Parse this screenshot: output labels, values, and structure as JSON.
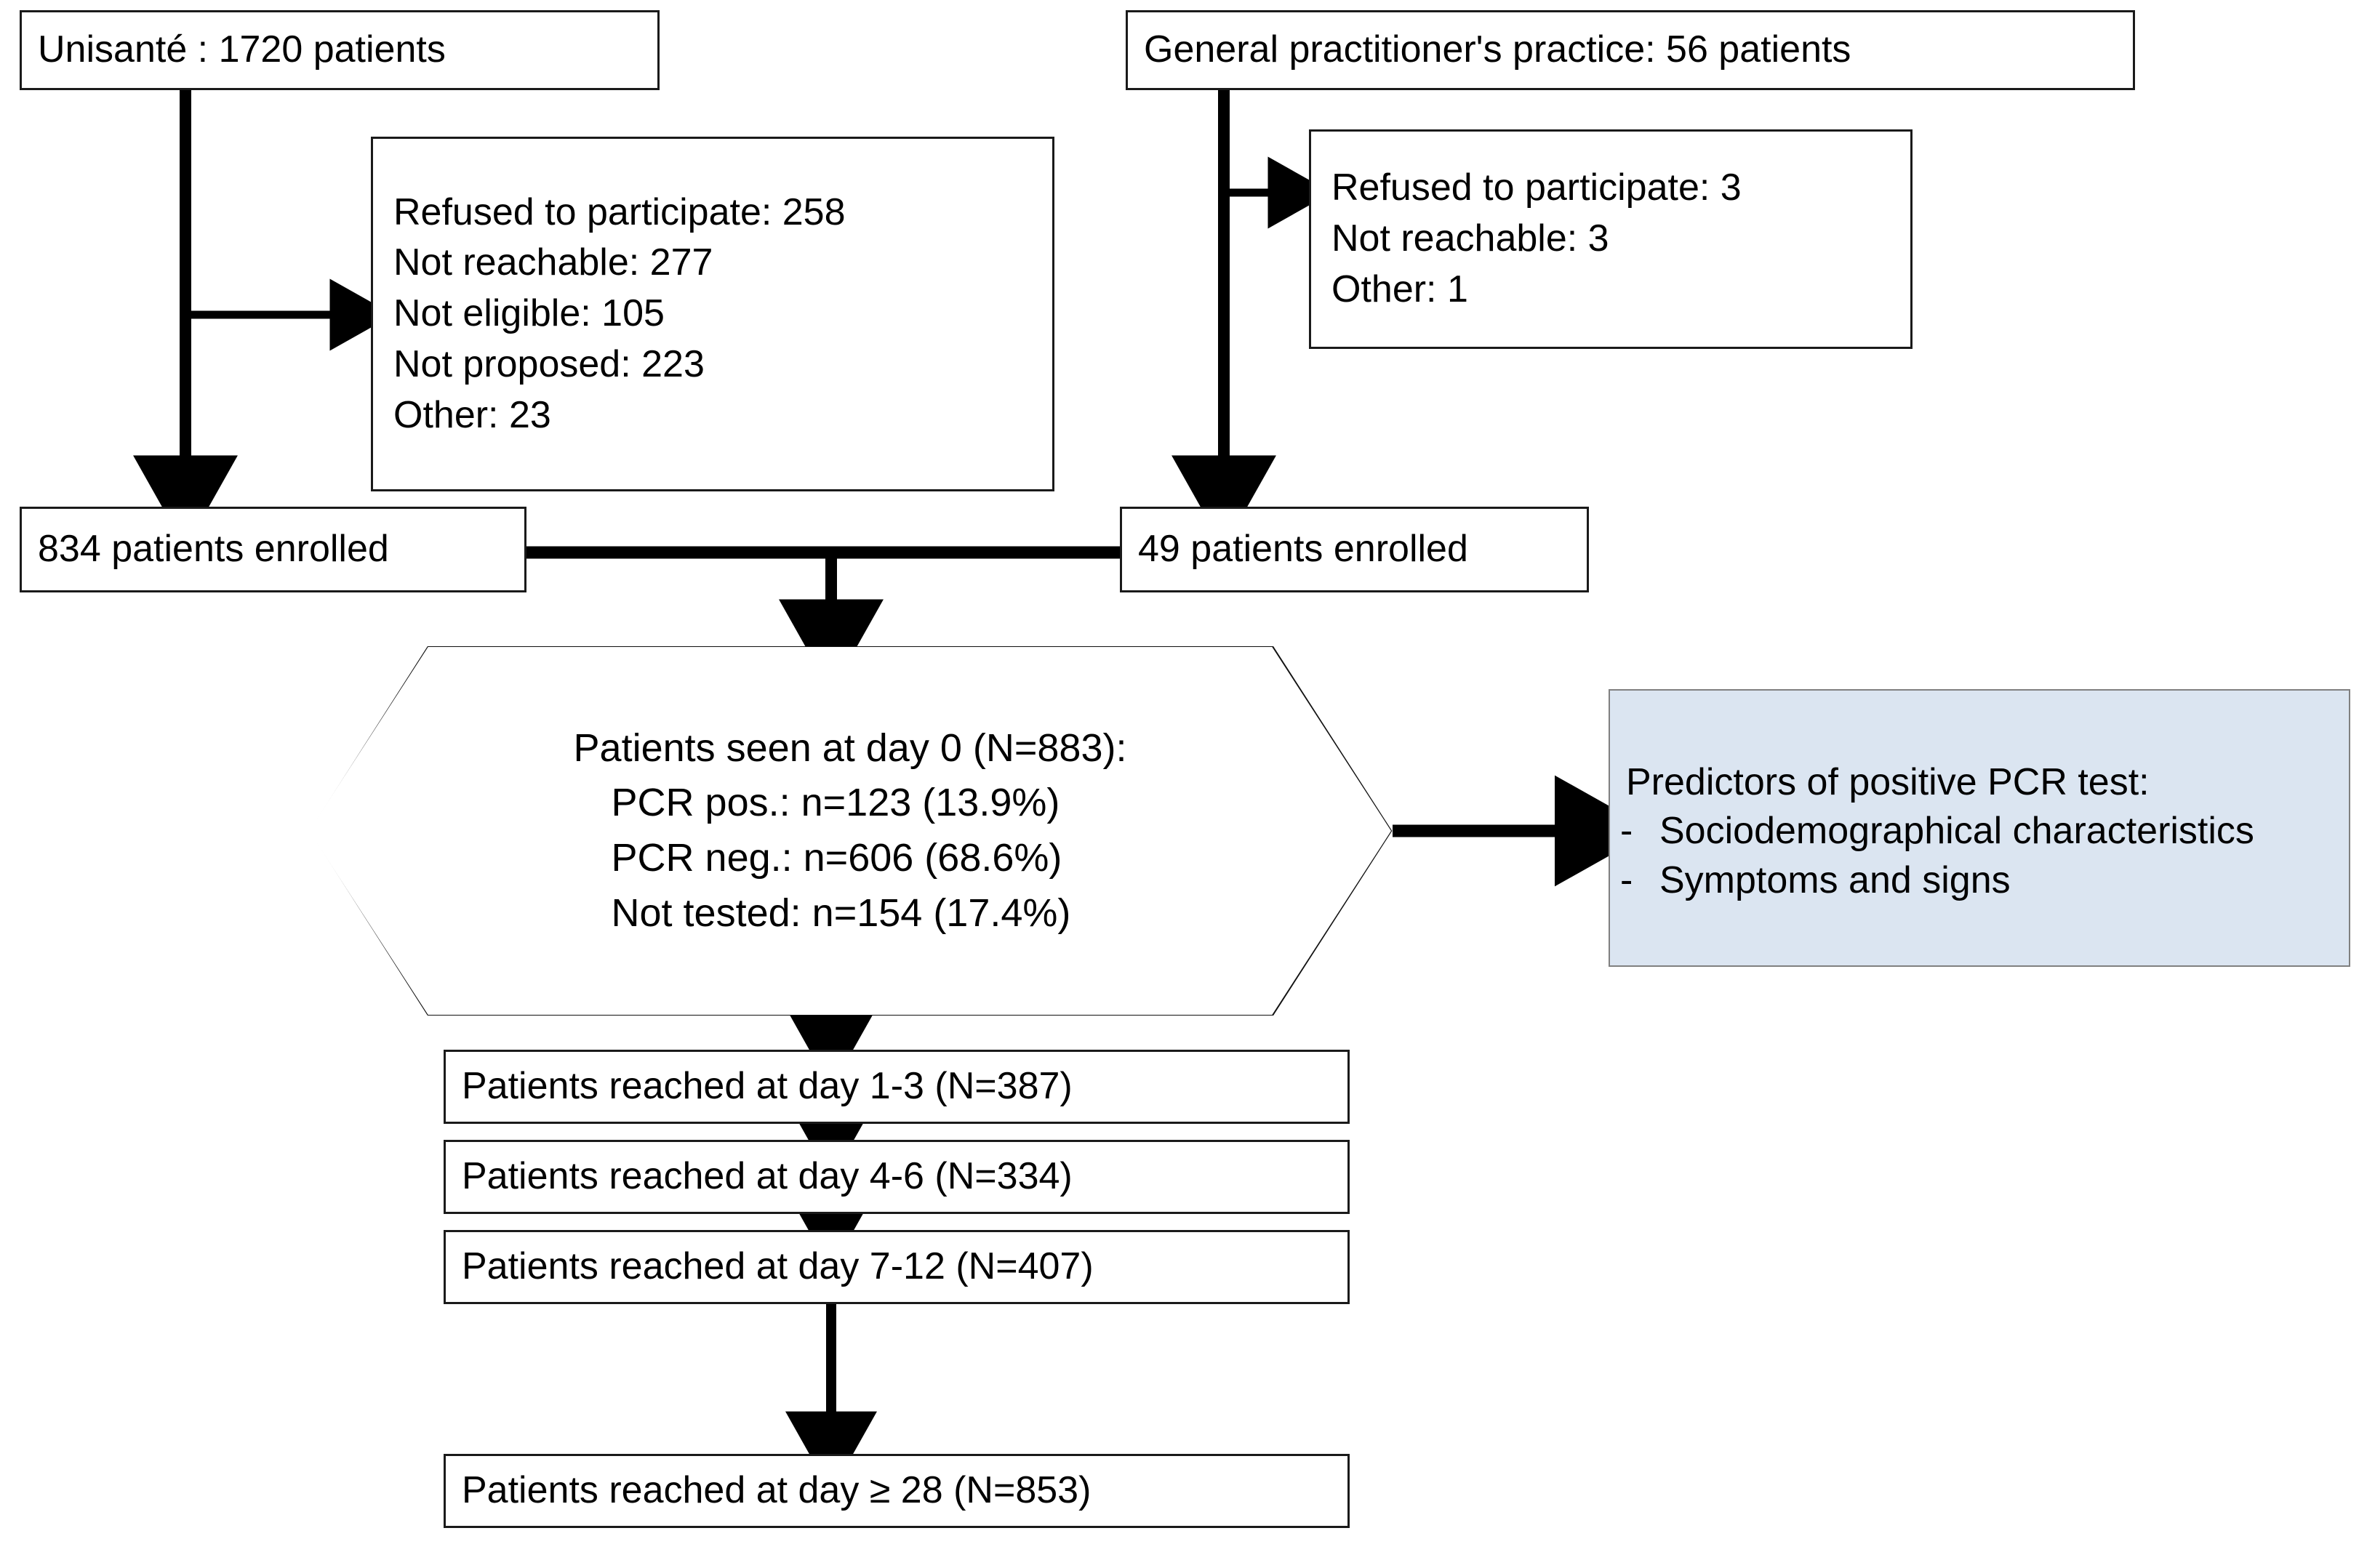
{
  "figure": {
    "type": "flowchart",
    "kind": "study-participant-flow-diagram"
  },
  "sources": {
    "unisante": "Unisanté : 1720 patients",
    "gp_practice": "General practitioner's practice: 56 patients"
  },
  "exclusions_unisante": {
    "lines": [
      "Refused to participate: 258",
      "Not reachable: 277",
      "Not eligible: 105",
      "Not proposed: 223",
      "Other: 23"
    ]
  },
  "exclusions_gp": {
    "lines": [
      "Refused to participate: 3",
      "Not reachable: 3",
      "Other: 1"
    ]
  },
  "enrolled": {
    "unisante": "834 patients enrolled",
    "gp_practice": "49 patients enrolled"
  },
  "day0": {
    "header": "Patients seen at day 0 (N=883):",
    "items": [
      "PCR pos.: n=123 (13.9%)",
      "PCR neg.: n=606 (68.6%)",
      "Not tested: n=154 (17.4%)"
    ]
  },
  "predictors": {
    "title": "Predictors of positive PCR test:",
    "bullet_marker": "-",
    "items": [
      "Sociodemographical characteristics",
      "Symptoms and signs"
    ],
    "fill_color": "#dbe5f1"
  },
  "followup": [
    "Patients reached at day 1-3 (N=387)",
    "Patients reached at day 4-6 (N=334)",
    "Patients reached at day 7-12 (N=407)",
    "Patients reached at day ≥ 28 (N=853)"
  ],
  "chart_data": {
    "type": "table",
    "title": "Study participant flow",
    "nodes": [
      {
        "id": "src-unisante",
        "label": "Unisanté : 1720 patients",
        "value": 1720
      },
      {
        "id": "src-gp",
        "label": "General practitioner's practice: 56 patients",
        "value": 56
      },
      {
        "id": "excl-unisante-refused",
        "label": "Refused to participate",
        "value": 258
      },
      {
        "id": "excl-unisante-unreachable",
        "label": "Not reachable",
        "value": 277
      },
      {
        "id": "excl-unisante-ineligible",
        "label": "Not eligible",
        "value": 105
      },
      {
        "id": "excl-unisante-notproposed",
        "label": "Not proposed",
        "value": 223
      },
      {
        "id": "excl-unisante-other",
        "label": "Other",
        "value": 23
      },
      {
        "id": "excl-gp-refused",
        "label": "Refused to participate",
        "value": 3
      },
      {
        "id": "excl-gp-unreachable",
        "label": "Not reachable",
        "value": 3
      },
      {
        "id": "excl-gp-other",
        "label": "Other",
        "value": 1
      },
      {
        "id": "enrolled-unisante",
        "label": "834 patients enrolled",
        "value": 834
      },
      {
        "id": "enrolled-gp",
        "label": "49 patients enrolled",
        "value": 49
      },
      {
        "id": "day0-total",
        "label": "Patients seen at day 0",
        "value": 883
      },
      {
        "id": "day0-pcr-pos",
        "label": "PCR pos.",
        "value": 123,
        "percent": 13.9
      },
      {
        "id": "day0-pcr-neg",
        "label": "PCR neg.",
        "value": 606,
        "percent": 68.6
      },
      {
        "id": "day0-not-tested",
        "label": "Not tested",
        "value": 154,
        "percent": 17.4
      },
      {
        "id": "day-1-3",
        "label": "Patients reached at day 1-3",
        "value": 387
      },
      {
        "id": "day-4-6",
        "label": "Patients reached at day 4-6",
        "value": 334
      },
      {
        "id": "day-7-12",
        "label": "Patients reached at day 7-12",
        "value": 407
      },
      {
        "id": "day-ge-28",
        "label": "Patients reached at day ≥ 28",
        "value": 853
      }
    ]
  }
}
